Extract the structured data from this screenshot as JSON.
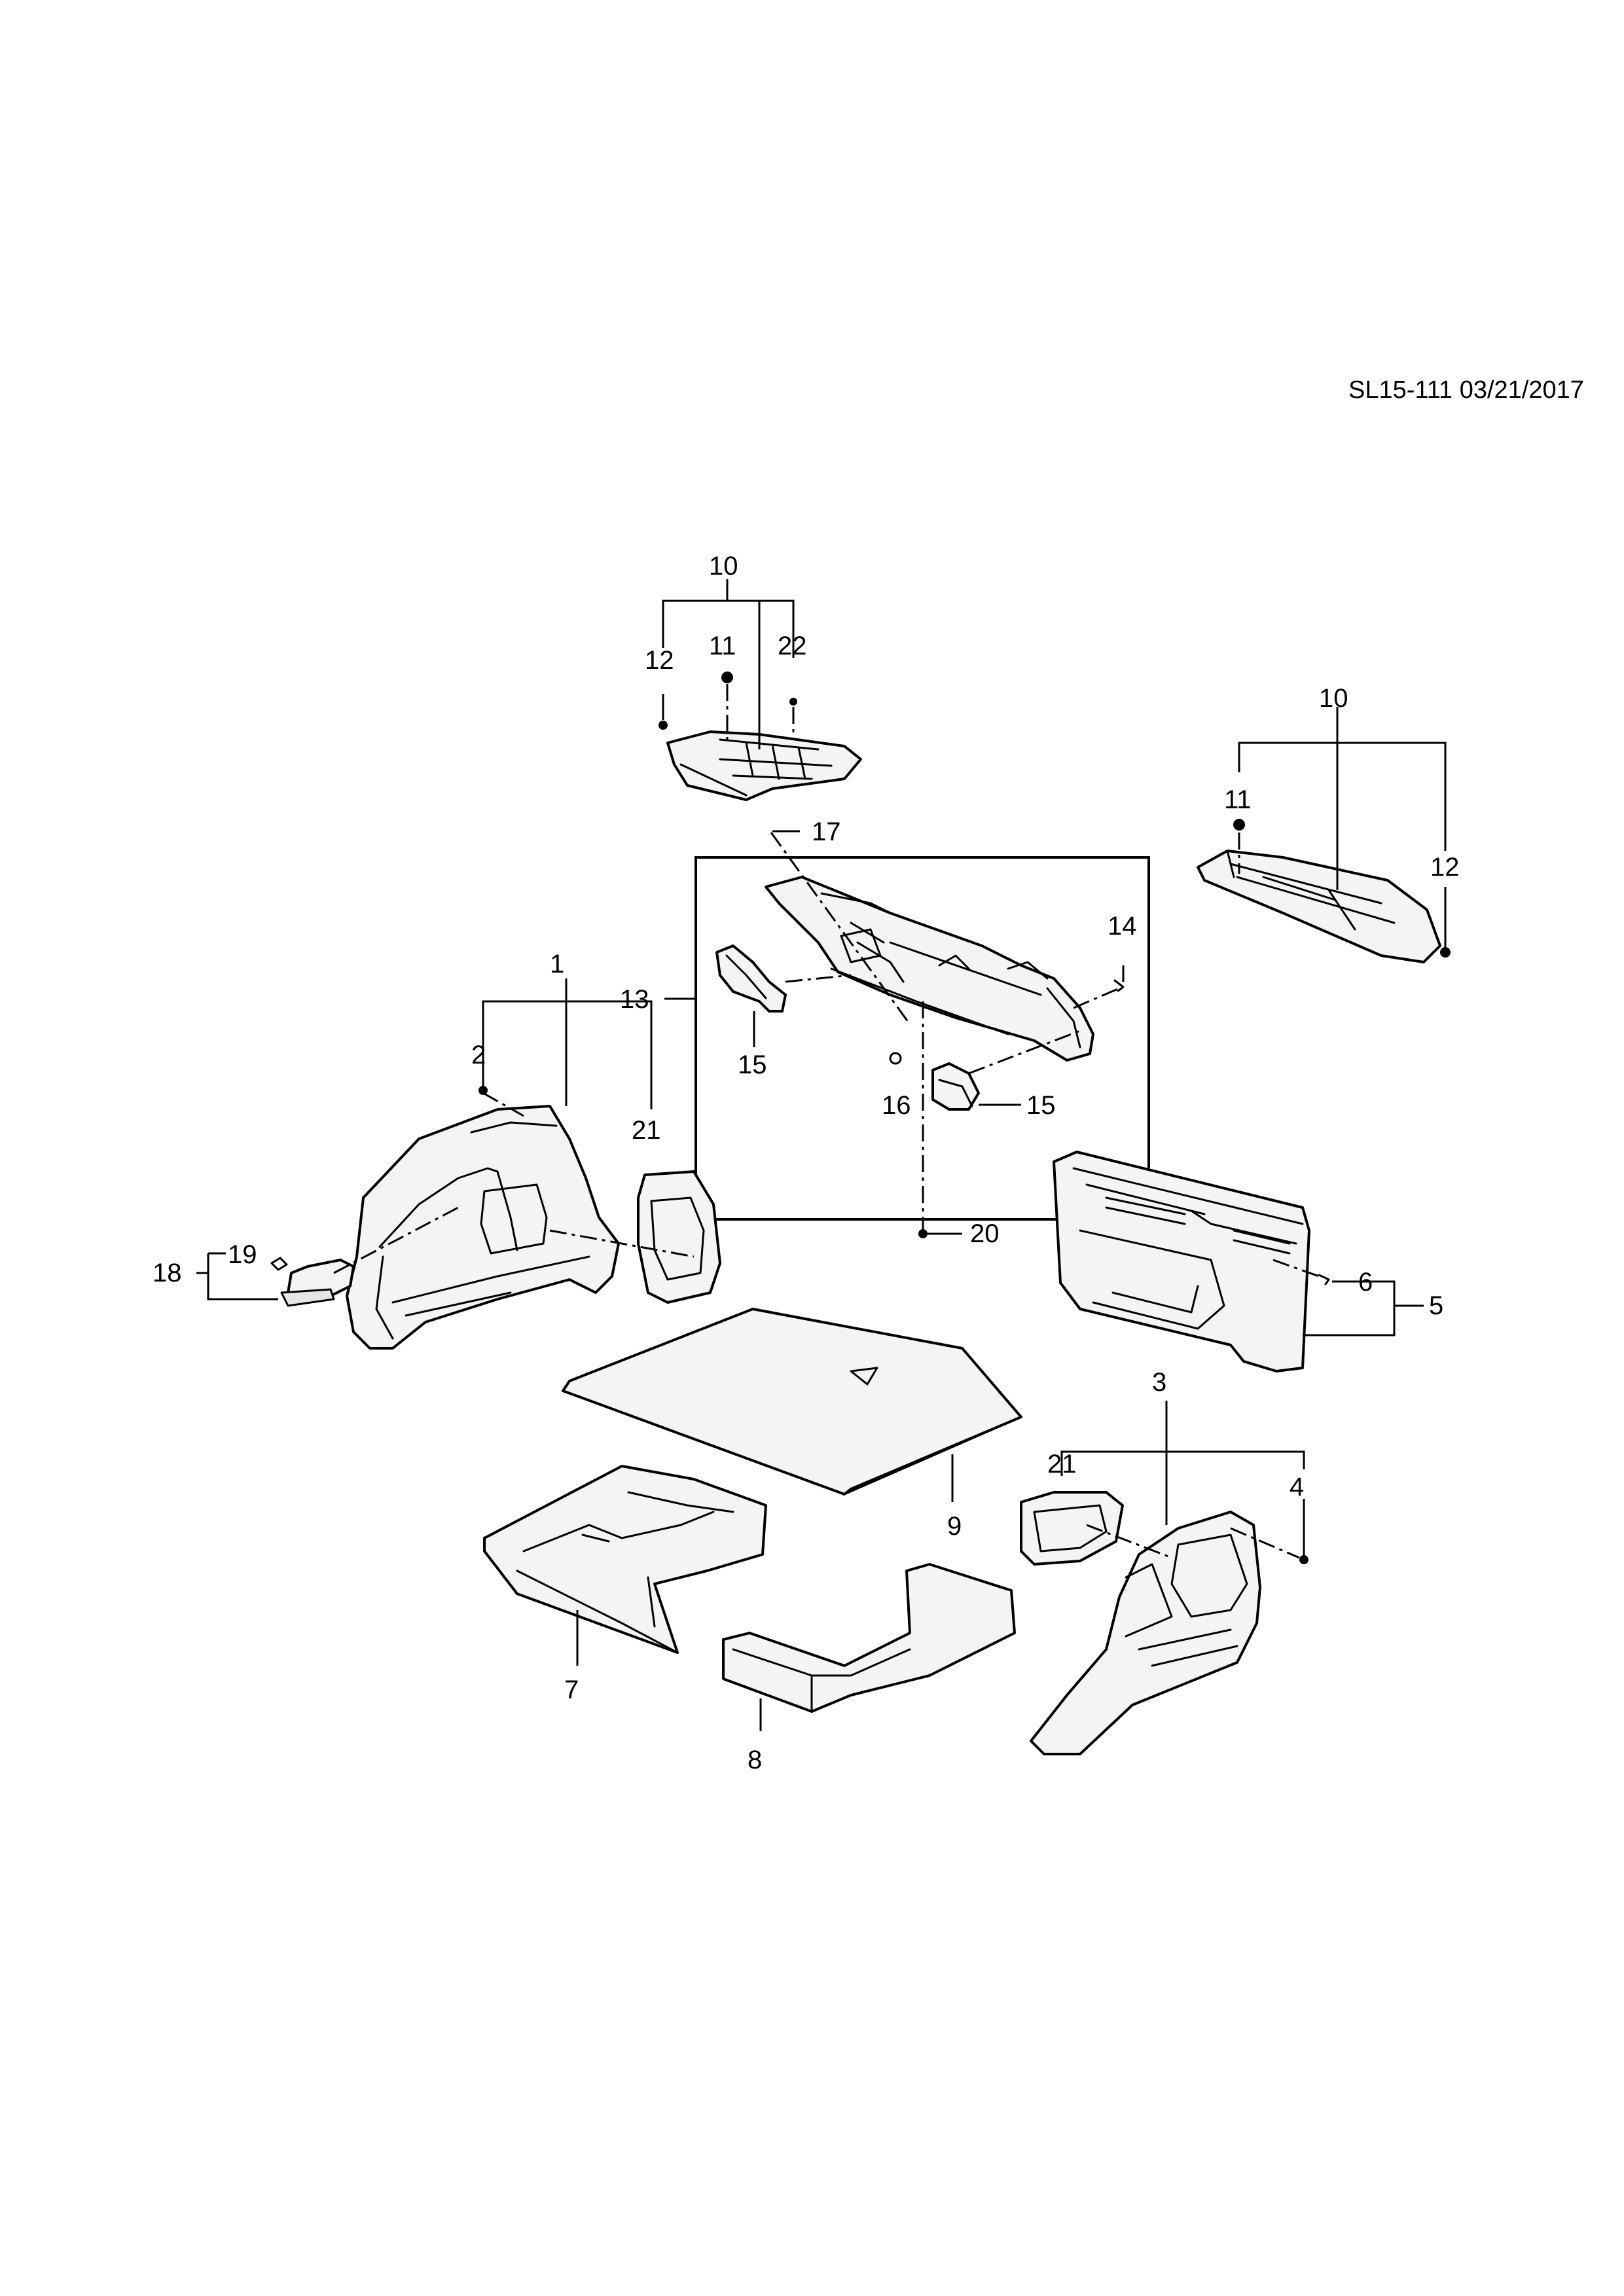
{
  "reference": "SL15-111 03/21/2017",
  "callouts": {
    "c1": "1",
    "c2": "2",
    "c3": "3",
    "c4": "4",
    "c5": "5",
    "c6": "6",
    "c7": "7",
    "c8": "8",
    "c9": "9",
    "c10_top": "10",
    "c10_right": "10",
    "c11_top": "11",
    "c11_right": "11",
    "c12_top": "12",
    "c12_right": "12",
    "c13": "13",
    "c14": "14",
    "c15_left": "15",
    "c15_right": "15",
    "c16": "16",
    "c17": "17",
    "c18": "18",
    "c19": "19",
    "c20": "20",
    "c21_left": "21",
    "c21_right": "21",
    "c22": "22"
  }
}
